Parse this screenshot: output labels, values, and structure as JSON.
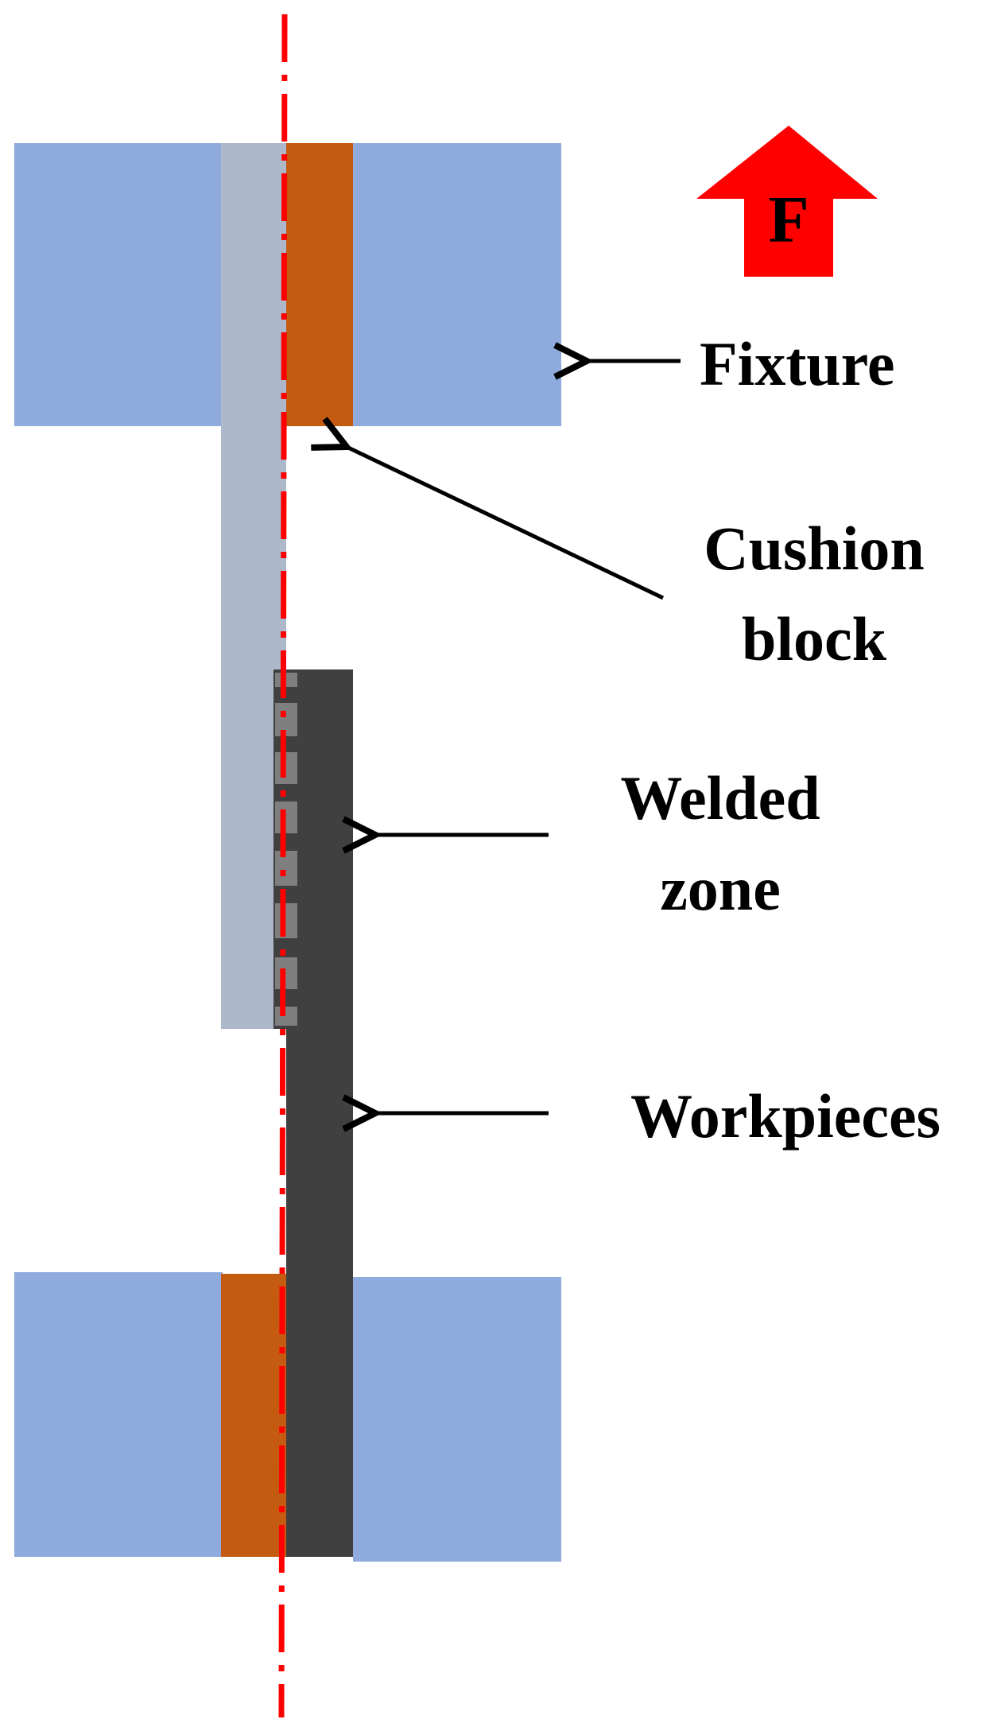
{
  "labels": {
    "force": "F",
    "fixture": "Fixture",
    "cushion_block_line1": "Cushion",
    "cushion_block_line2": "block",
    "welded_zone_line1": "Welded",
    "welded_zone_line2": "zone",
    "workpieces": "Workpieces"
  },
  "colors": {
    "fixture": "#8faadc",
    "cushion_block": "#c55a11",
    "upper_workpiece": "#adb9ca",
    "lower_workpiece": "#404040",
    "weld_spots": "#7f7f7f",
    "centerline": "#ff0000",
    "force_arrow": "#ff0000",
    "leader_arrows": "#000000"
  }
}
